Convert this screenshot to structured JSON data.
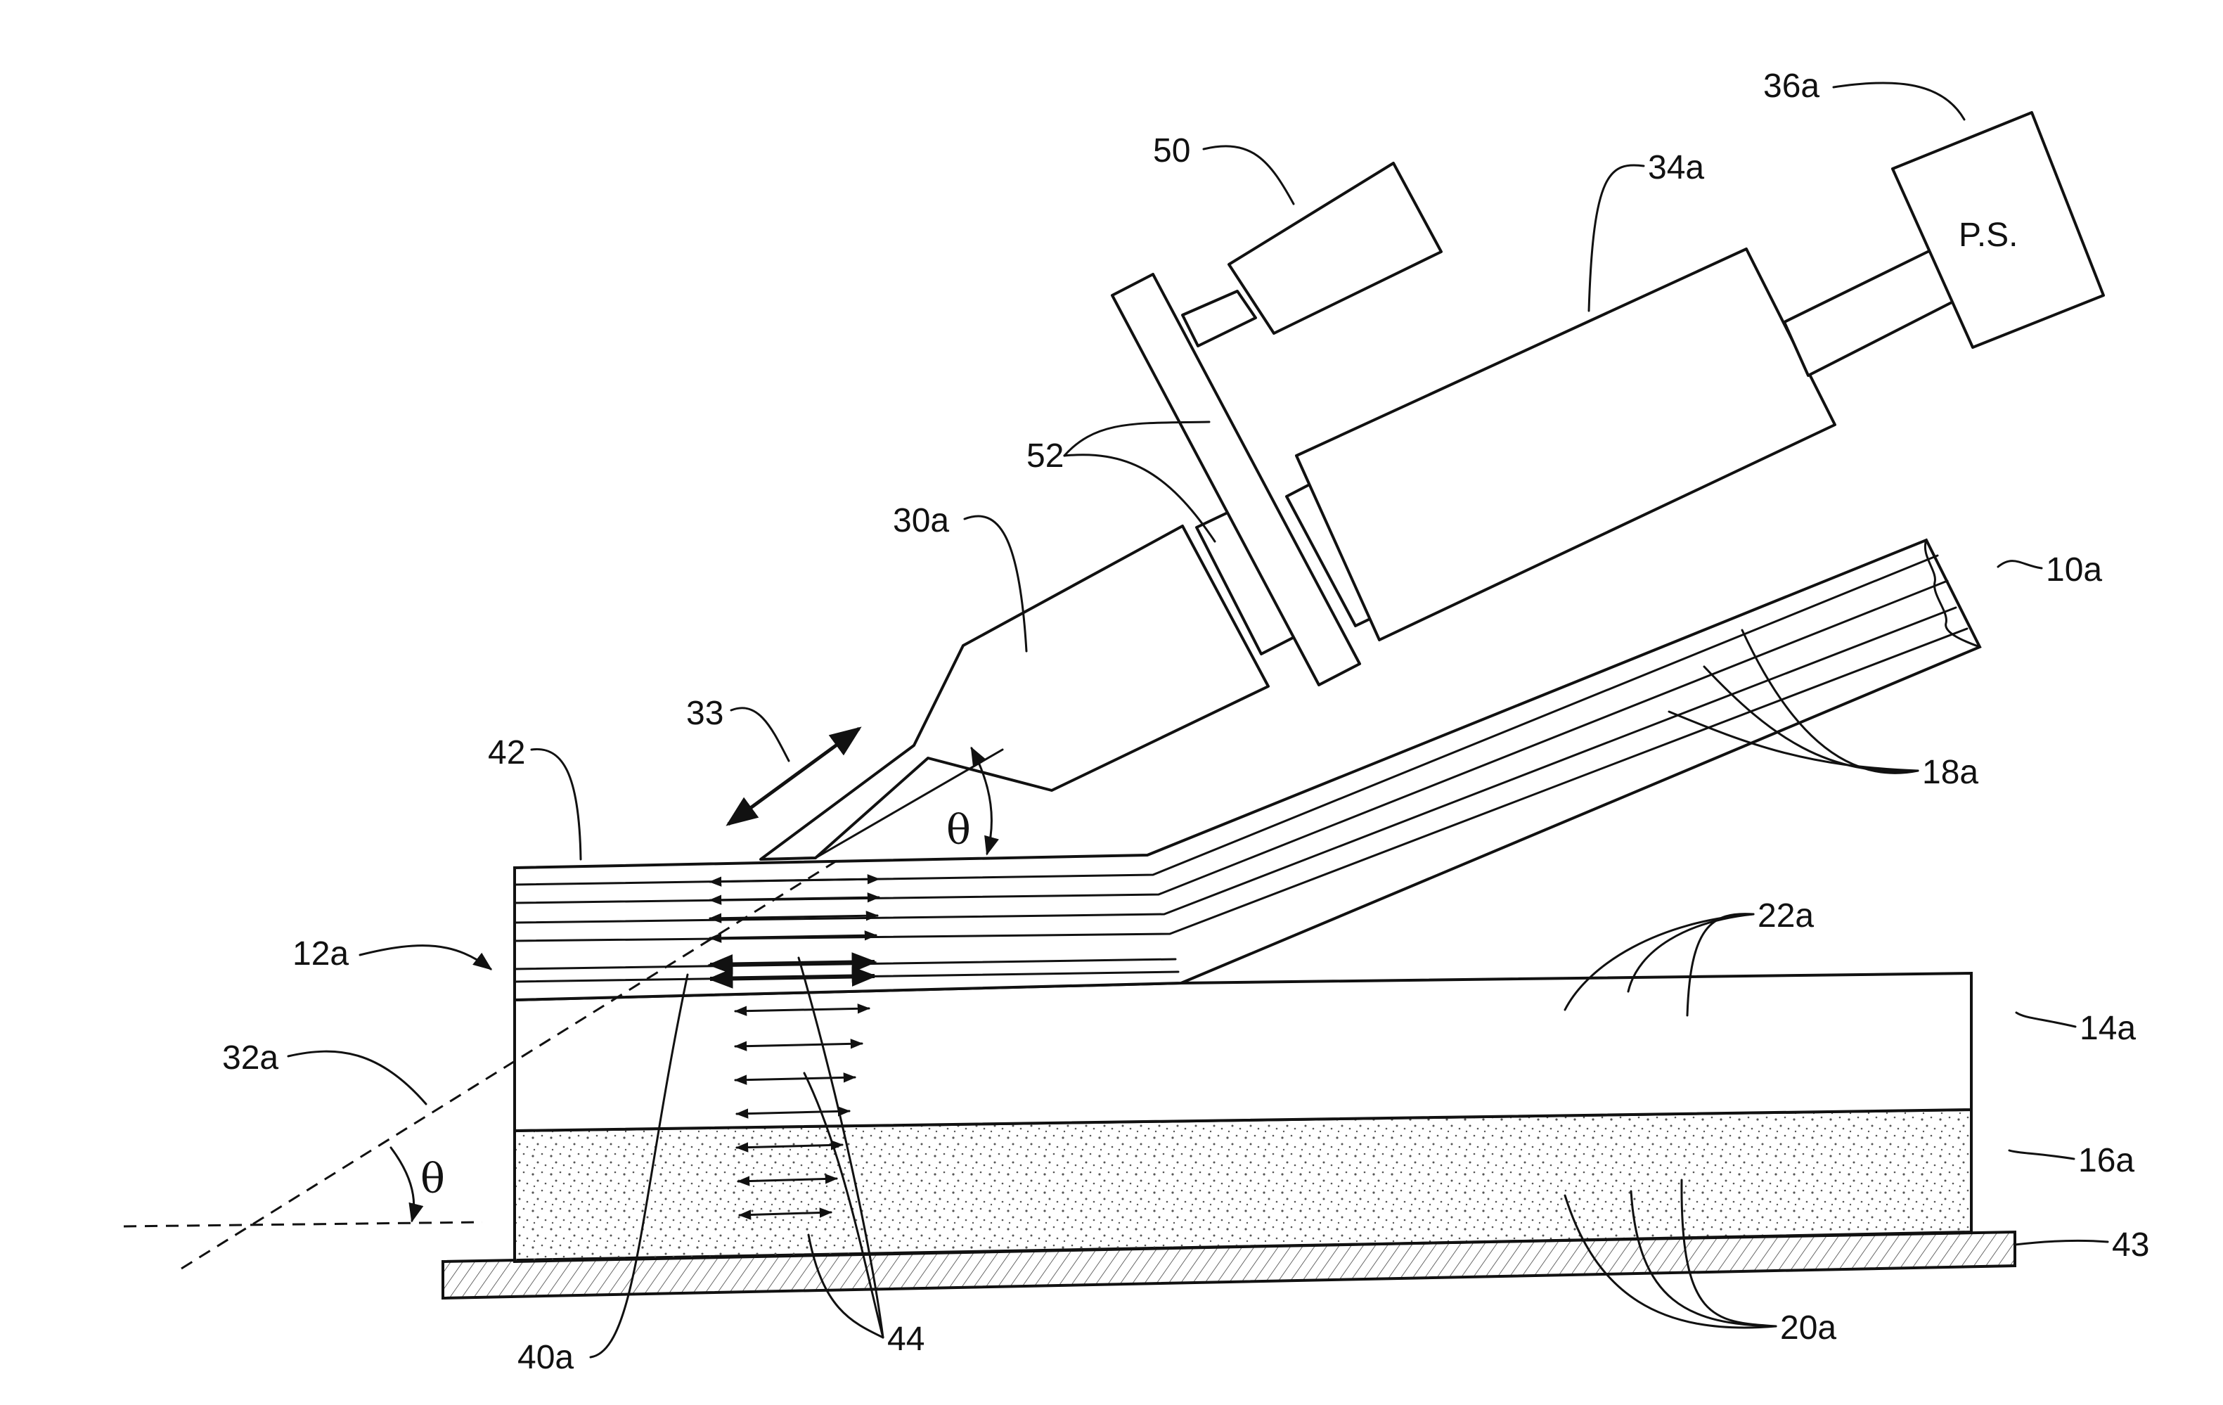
{
  "figure": {
    "labels": {
      "l10a": "10a",
      "l12a": "12a",
      "l14a": "14a",
      "l16a": "16a",
      "l18a": "18a",
      "l20a": "20a",
      "l22a": "22a",
      "l30a": "30a",
      "l32a": "32a",
      "l33": "33",
      "l34a": "34a",
      "l36a": "36a",
      "l40a": "40a",
      "l42": "42",
      "l43": "43",
      "l44": "44",
      "l50": "50",
      "l52": "52",
      "theta_top": "θ",
      "theta_bottom": "θ",
      "ps": "P.S."
    },
    "colors": {
      "ink": "#111111",
      "paper": "#ffffff",
      "stipple": "#555555"
    }
  }
}
